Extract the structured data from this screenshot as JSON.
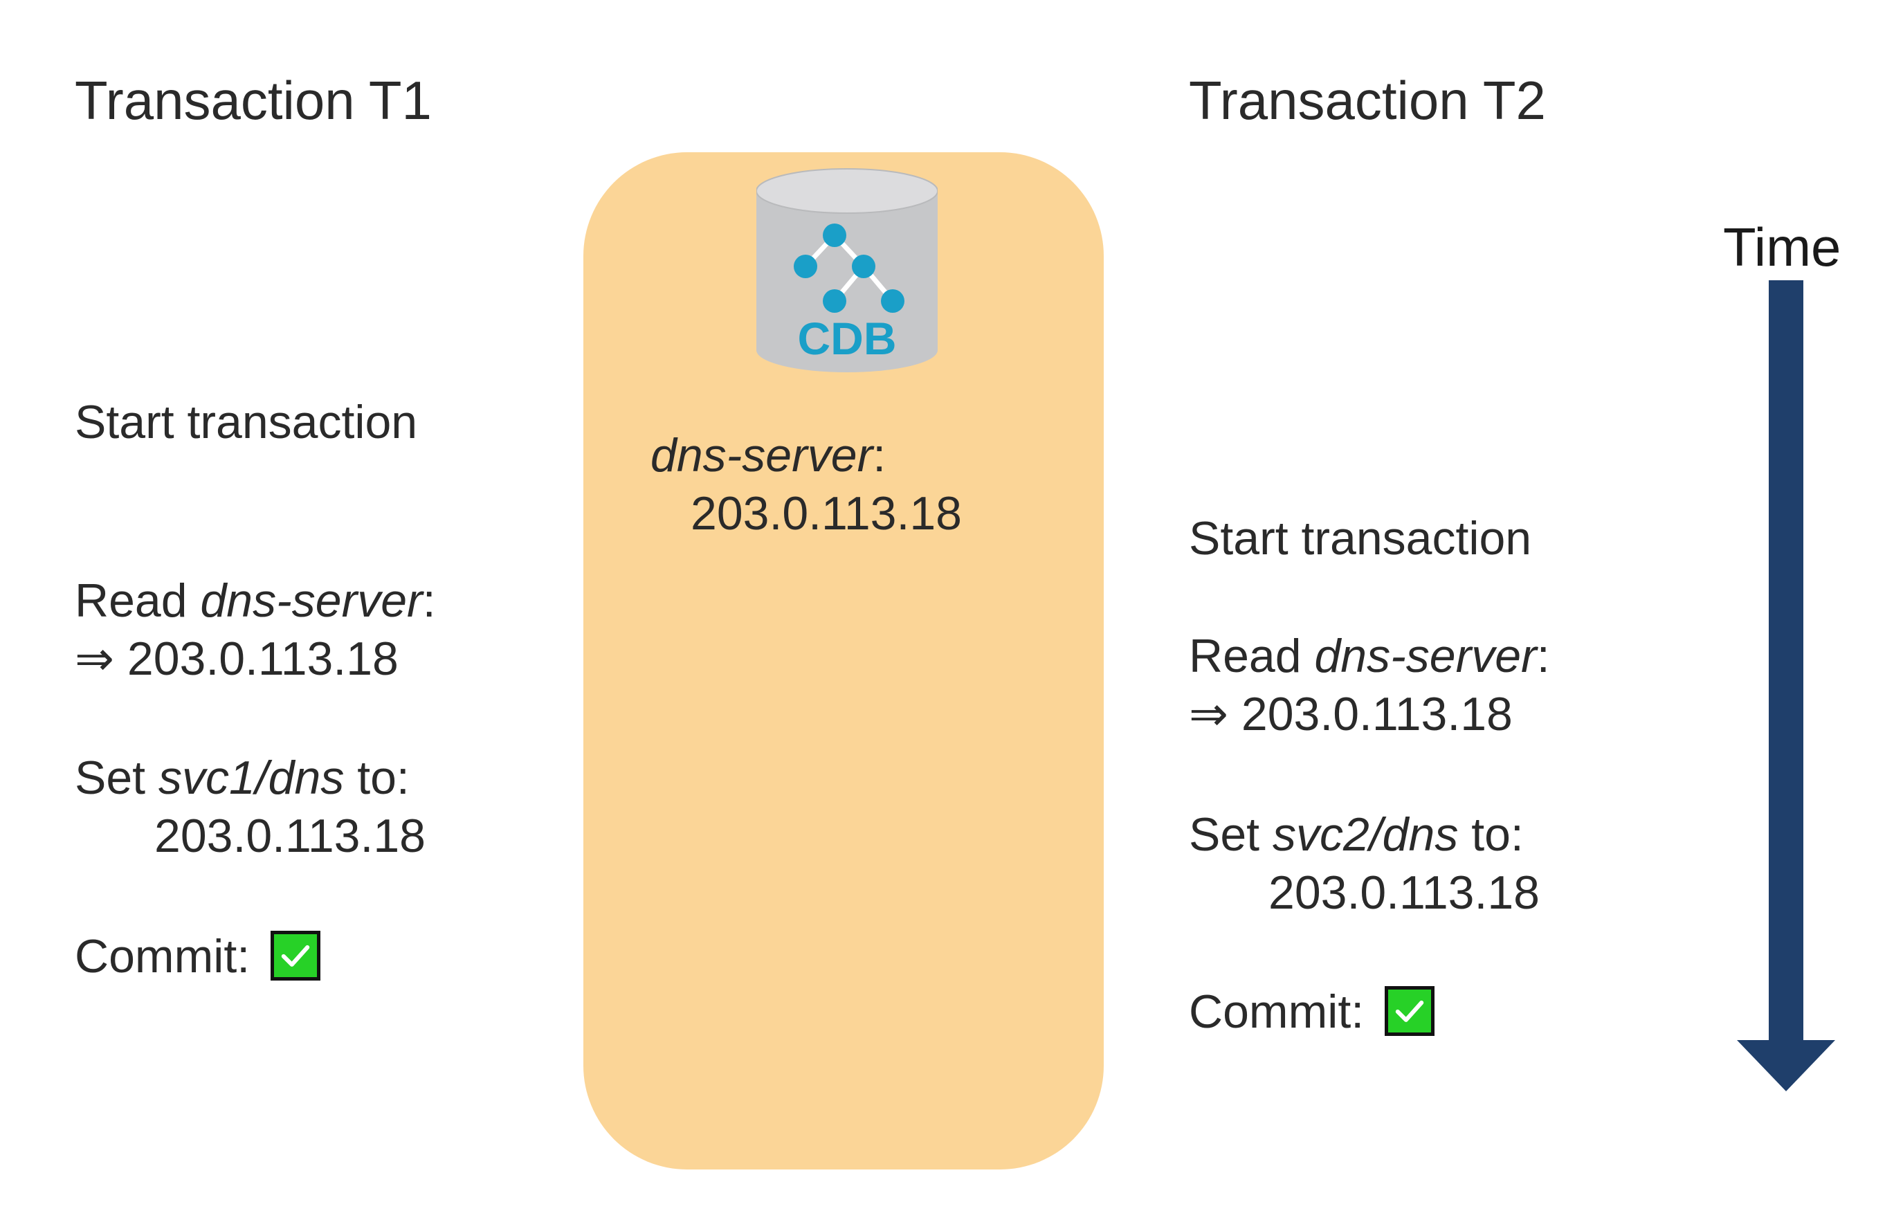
{
  "t1": {
    "title": "Transaction T1",
    "start": "Start transaction",
    "read_prefix": "Read ",
    "read_key": "dns-server",
    "read_suffix": ":",
    "read_result": "⇒ 203.0.113.18",
    "set_prefix": "Set ",
    "set_key": "svc1/dns",
    "set_suffix": " to:",
    "set_value": "203.0.113.18",
    "commit_label": "Commit:"
  },
  "t2": {
    "title": "Transaction T2",
    "start": "Start transaction",
    "read_prefix": "Read ",
    "read_key": "dns-server",
    "read_suffix": ":",
    "read_result": "⇒ 203.0.113.18",
    "set_prefix": "Set ",
    "set_key": "svc2/dns",
    "set_suffix": " to:",
    "set_value": "203.0.113.18",
    "commit_label": "Commit:"
  },
  "cdb": {
    "icon_label": "CDB",
    "key": "dns-server",
    "key_suffix": ":",
    "value": "203.0.113.18"
  },
  "time": {
    "label": "Time"
  },
  "colors": {
    "cdb_background": "#fbd597",
    "arrow": "#1f3f6b",
    "check_green": "#27d127",
    "cdb_icon_accent": "#1a9fc8"
  }
}
